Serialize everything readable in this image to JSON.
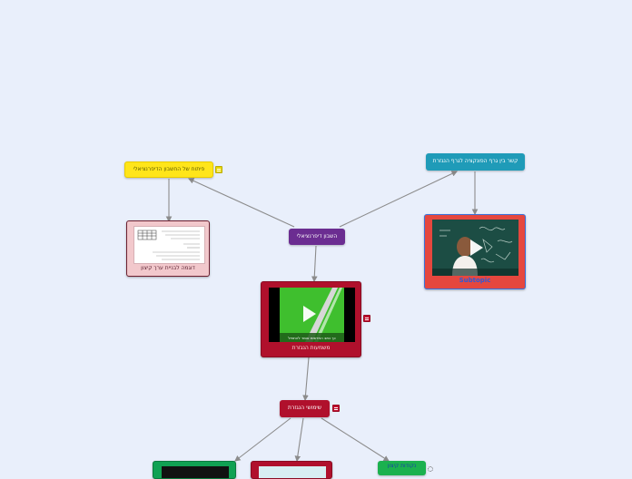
{
  "colors": {
    "background": "#e9effb",
    "connector": "#8c8c8c",
    "yellow": "#ffe51a",
    "purple": "#6b2d91",
    "teal": "#1f9bb8",
    "crimson": "#b0102c",
    "pink": "#f2c8cc",
    "orange_red": "#e5473e",
    "green": "#1bb14f",
    "green_card": "#10a153"
  },
  "central": {
    "label": "השבון דיפרנציאלי"
  },
  "top_left": {
    "label": "פיתוח של החשבון הדיפרנציאלי",
    "has_note": true
  },
  "top_right": {
    "label": "קשר בין גרף הפונקציה לגרף הנגזרת"
  },
  "card_left": {
    "caption": "דוגמה לבניית ערך קיצון"
  },
  "card_center": {
    "caption": "משמעות הנגזרת",
    "video_caption": "כך כתב החדשות אסור להתחיל",
    "has_note": true
  },
  "card_right": {
    "caption": "Subtopic"
  },
  "uses": {
    "label": "שימושי הנגזרת",
    "has_note": true
  },
  "bottom_right_node": {
    "label": "נקודות קיצון"
  }
}
